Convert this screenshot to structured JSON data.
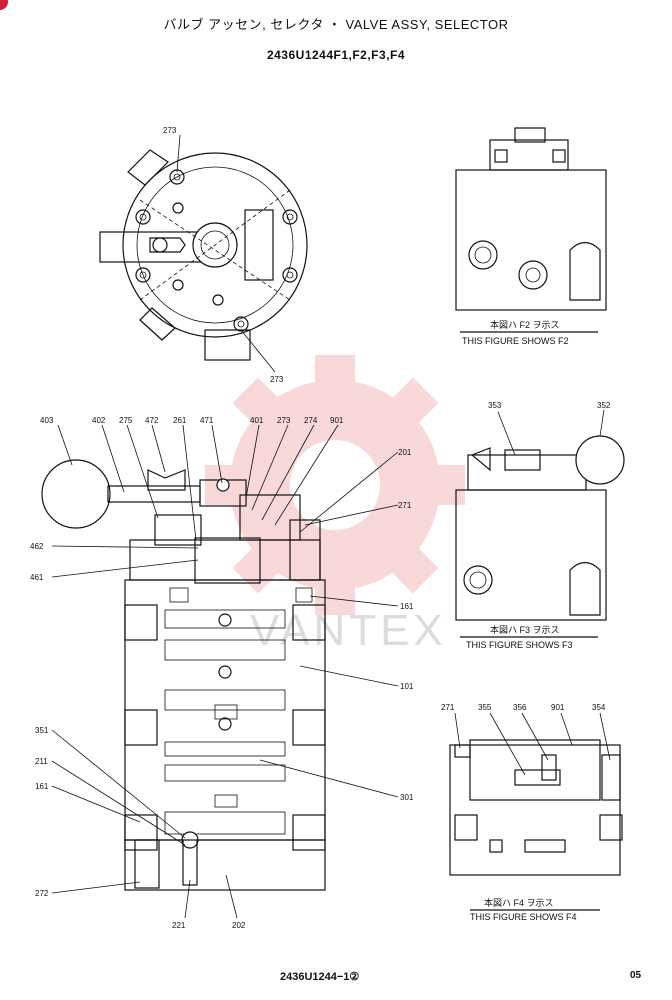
{
  "header": {
    "title": "バルブ アッセン, セレクタ ・ VALVE ASSY, SELECTOR",
    "model_codes": "2436U1244F1,F2,F3,F4"
  },
  "footer": {
    "drawing_no": "2436U1244−1②",
    "page": "05"
  },
  "watermark": "VANTEX",
  "callouts": {
    "c273a": "273",
    "c273b": "273",
    "c403": "403",
    "c402": "402",
    "c275": "275",
    "c472": "472",
    "c261": "261",
    "c471": "471",
    "c401": "401",
    "c273c": "273",
    "c274": "274",
    "c901a": "901",
    "c201": "201",
    "c271a": "271",
    "c462": "462",
    "c461": "461",
    "c161a": "161",
    "c101": "101",
    "c351": "351",
    "c211": "211",
    "c161b": "161",
    "c301": "301",
    "c272": "272",
    "c221": "221",
    "c202": "202",
    "c353": "353",
    "c352": "352",
    "c271b": "271",
    "c355": "355",
    "c356": "356",
    "c901b": "901",
    "c354": "354"
  },
  "figures": {
    "f2": {
      "jp": "本図ハ F2 ヲ示ス",
      "en": "THIS FIGURE SHOWS F2"
    },
    "f3": {
      "jp": "本図ハ F3 ヲ示ス",
      "en": "THIS FIGURE SHOWS F3"
    },
    "f4": {
      "jp": "本図ハ F4 ヲ示ス",
      "en": "THIS FIGURE SHOWS F4"
    }
  },
  "colors": {
    "watermark_gear": "#f4b9b9",
    "corner_badge": "#d0203a"
  }
}
